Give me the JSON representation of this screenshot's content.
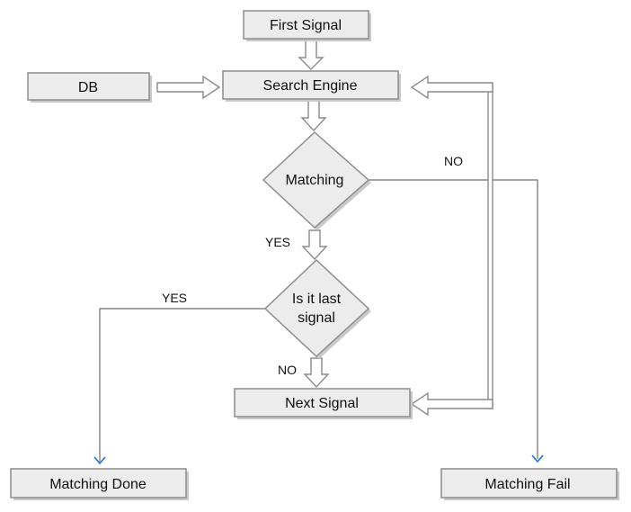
{
  "nodes": {
    "first_signal": "First Signal",
    "db": "DB",
    "search_engine": "Search Engine",
    "matching": "Matching",
    "last_signal_line1": "Is it last",
    "last_signal_line2": "signal",
    "next_signal": "Next Signal",
    "matching_done": "Matching Done",
    "matching_fail": "Matching Fail"
  },
  "edges": {
    "matching_yes": "YES",
    "matching_no": "NO",
    "last_yes": "YES",
    "last_no": "NO"
  },
  "colors": {
    "box_fill": "#ececec",
    "box_stroke": "#8c8c8c",
    "arrow_blue": "#1e73d8"
  }
}
